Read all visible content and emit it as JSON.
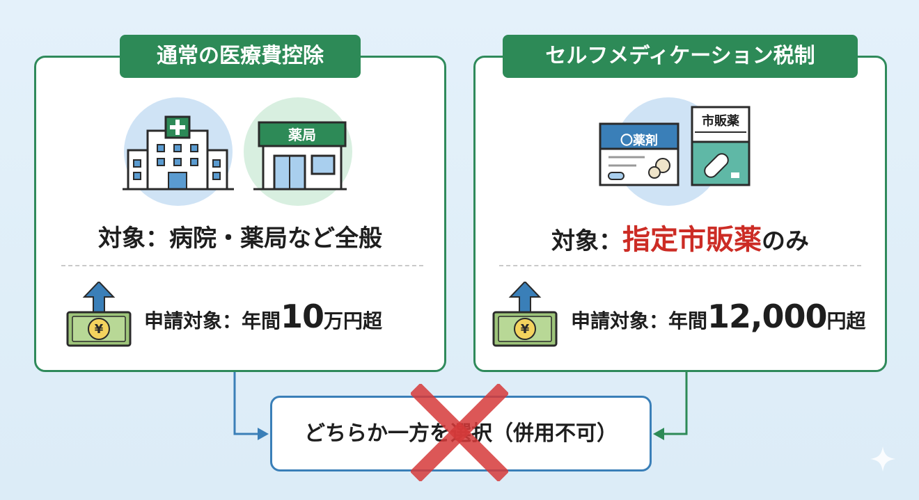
{
  "left": {
    "title": "通常の医療費控除",
    "pharmacy_sign": "薬局",
    "target_text": "対象：病院・薬局など全般",
    "apply_prefix": "申請対象：年間",
    "apply_amount": "10",
    "apply_suffix": "万円超"
  },
  "right": {
    "title": "セルフメディケーション税制",
    "box1_label": "〇薬剤",
    "box2_label": "市販薬",
    "target_prefix": "対象：",
    "target_highlight": "指定市販薬",
    "target_suffix": "のみ",
    "apply_prefix": "申請対象：年間",
    "apply_amount": "12,000",
    "apply_suffix": "円超"
  },
  "choice": {
    "text": "どちらか一方を選択（併用不可）"
  },
  "currency_symbol": "¥",
  "colors": {
    "green": "#2d8a57",
    "blue": "#3a7fb8",
    "red": "#cc2c25"
  }
}
